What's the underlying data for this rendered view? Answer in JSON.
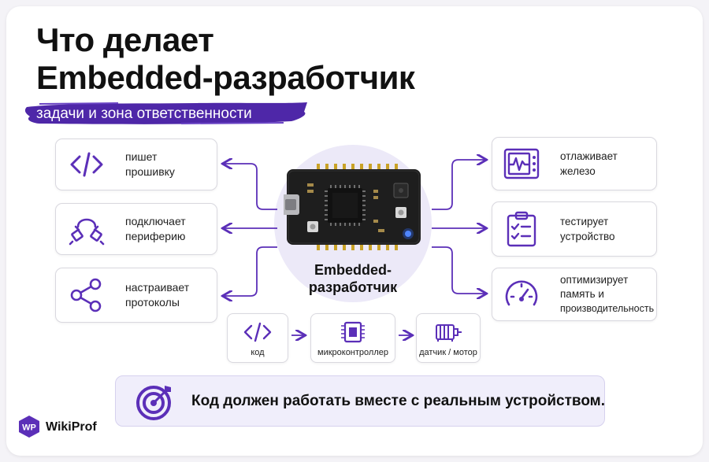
{
  "title": {
    "line1": "Что делает",
    "line2": "Embedded-разработчик"
  },
  "subtitle": "задачи и зона ответственности",
  "center": {
    "line1": "Embedded-",
    "line2": "разработчик"
  },
  "left_tasks": [
    {
      "line1": "пишет",
      "line2": "прошивку",
      "icon": "code-icon"
    },
    {
      "line1": "подключает",
      "line2": "периферию",
      "icon": "cable-icon"
    },
    {
      "line1": "настраивает",
      "line2": "протоколы",
      "icon": "share-icon"
    }
  ],
  "right_tasks": [
    {
      "line1": "отлаживает",
      "line2": "железо",
      "line3": "",
      "icon": "oscilloscope-icon"
    },
    {
      "line1": "тестирует",
      "line2": "устройство",
      "line3": "",
      "icon": "clipboard-check-icon"
    },
    {
      "line1": "оптимизирует",
      "line2": "память и",
      "line3": "производительность",
      "icon": "gauge-icon"
    }
  ],
  "flow": [
    {
      "label": "код",
      "icon": "code-icon"
    },
    {
      "label": "микроконтроллер",
      "icon": "chip-icon"
    },
    {
      "label": "датчик / мотор",
      "icon": "motor-icon"
    }
  ],
  "banner": "Код должен работать вместе с реальным устройством.",
  "brand": {
    "logo": "WP",
    "name": "WikiProf"
  },
  "colors": {
    "accent": "#5b2fb8",
    "accent_light": "#ece9f8",
    "board": "#1e1e1e",
    "pins": "#c9a227",
    "led": "#2f6bff"
  }
}
